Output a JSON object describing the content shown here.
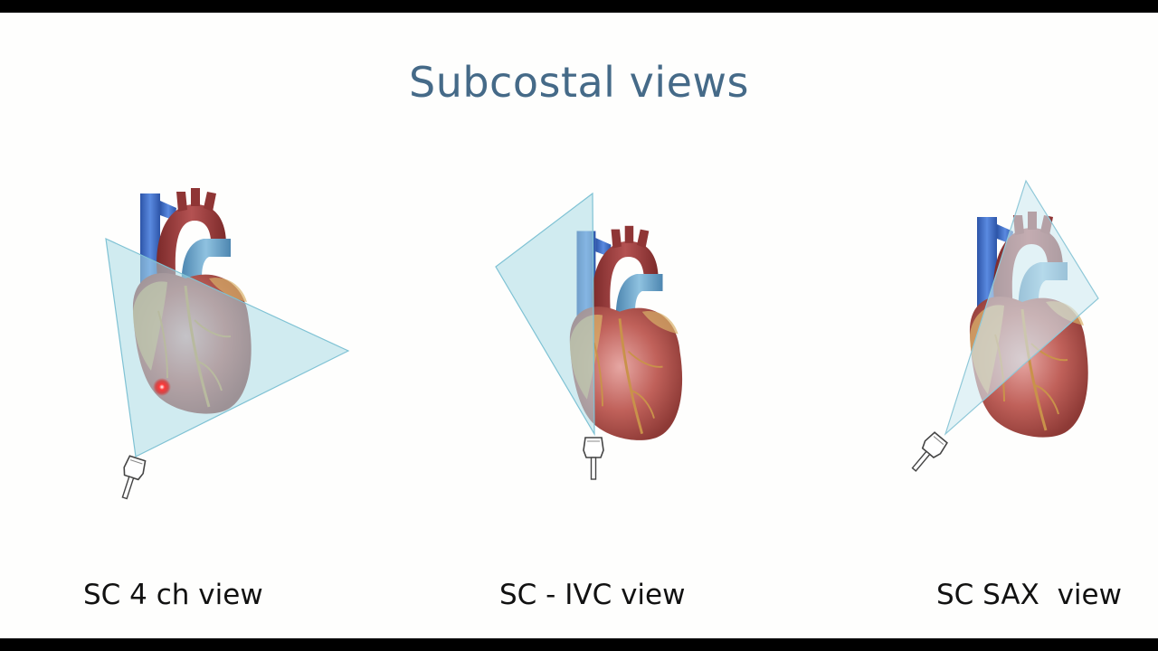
{
  "slide": {
    "title": "Subcostal views",
    "views": [
      {
        "label": "SC 4 ch view"
      },
      {
        "label": "SC - IVC view"
      },
      {
        "label": "SC SAX  view"
      }
    ]
  },
  "colors": {
    "title": "#456a88",
    "beam": "#a9dbe6",
    "heart": "#b85a55",
    "aorta": "#9a3b3b",
    "svc": "#3f6fc7",
    "pulmonary": "#6aa3c9",
    "marker": "#e21a1a"
  }
}
